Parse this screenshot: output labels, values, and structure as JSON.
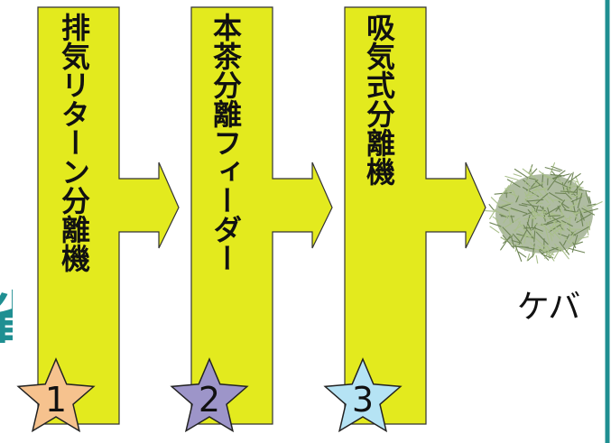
{
  "steps": [
    {
      "number": "1",
      "label": "排気リターン分離機",
      "star_color": "#f6c28e"
    },
    {
      "number": "2",
      "label": "本茶分離フィーダー",
      "star_color": "#9d95c9"
    },
    {
      "number": "3",
      "label": "吸気式分離機",
      "star_color": "#b5e3f4"
    }
  ],
  "output": {
    "label": "ケバ"
  },
  "edge_text": "省",
  "colors": {
    "arrow_fill": "#e3ea1e",
    "arrow_stroke": "#333333",
    "border_teal": "#1f8f92",
    "residue_dark": "#6e8556",
    "residue_light": "#a9bf8b"
  }
}
